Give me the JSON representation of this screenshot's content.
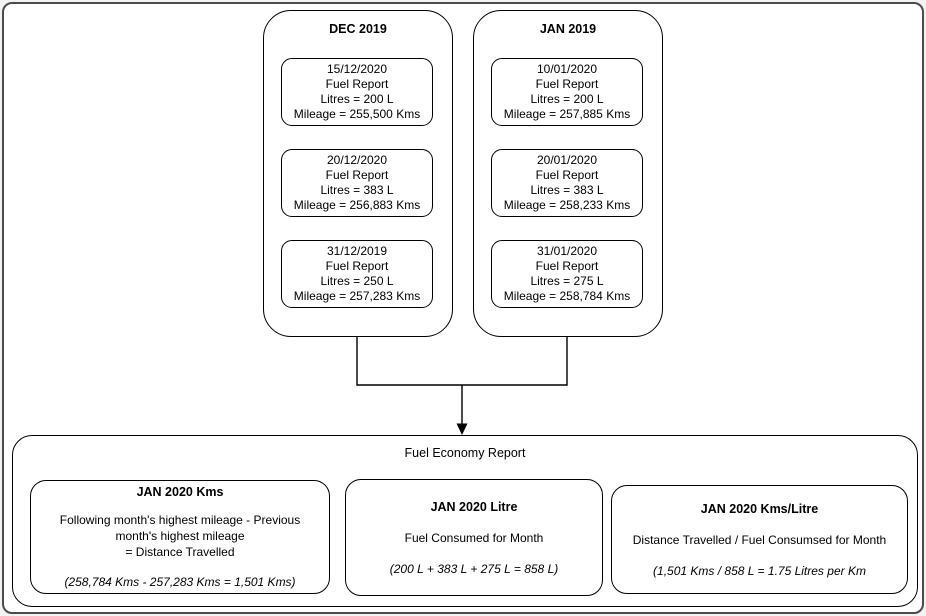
{
  "months": [
    {
      "title": "DEC 2019",
      "reports": [
        {
          "date": "15/12/2020",
          "label": "Fuel Report",
          "litres": "Litres = 200 L",
          "mileage": "Mileage = 255,500 Kms"
        },
        {
          "date": "20/12/2020",
          "label": "Fuel Report",
          "litres": "Litres = 383 L",
          "mileage": "Mileage = 256,883 Kms"
        },
        {
          "date": "31/12/2019",
          "label": "Fuel Report",
          "litres": "Litres = 250 L",
          "mileage": "Mileage = 257,283 Kms"
        }
      ]
    },
    {
      "title": "JAN 2019",
      "reports": [
        {
          "date": "10/01/2020",
          "label": "Fuel Report",
          "litres": "Litres = 200 L",
          "mileage": "Mileage = 257,885 Kms"
        },
        {
          "date": "20/01/2020",
          "label": "Fuel Report",
          "litres": "Litres = 383 L",
          "mileage": "Mileage = 258,233 Kms"
        },
        {
          "date": "31/01/2020",
          "label": "Fuel Report",
          "litres": "Litres = 275 L",
          "mileage": "Mileage = 258,784 Kms"
        }
      ]
    }
  ],
  "fuel_economy": {
    "title": "Fuel Economy Report",
    "cards": [
      {
        "title": "JAN 2020 Kms",
        "body_lines": [
          "Following month's highest mileage - Previous month's highest mileage",
          "= Distance Travelled"
        ],
        "formula": "(258,784 Kms - 257,283 Kms = 1,501 Kms)"
      },
      {
        "title": "JAN 2020 Litre",
        "body_lines": [
          "Fuel Consumed for Month",
          ""
        ],
        "formula": "(200 L + 383 L + 275 L = 858 L)"
      },
      {
        "title": "JAN 2020 Kms/Litre",
        "body_lines": [
          "Distance Travelled / Fuel Consumsed for Month",
          ""
        ],
        "formula": "(1,501 Kms / 858 L = 1.75 Litres per Km"
      }
    ]
  },
  "colors": {
    "box_border": "#000000",
    "frame_border": "#4b4b4b",
    "background": "#ffffff"
  }
}
